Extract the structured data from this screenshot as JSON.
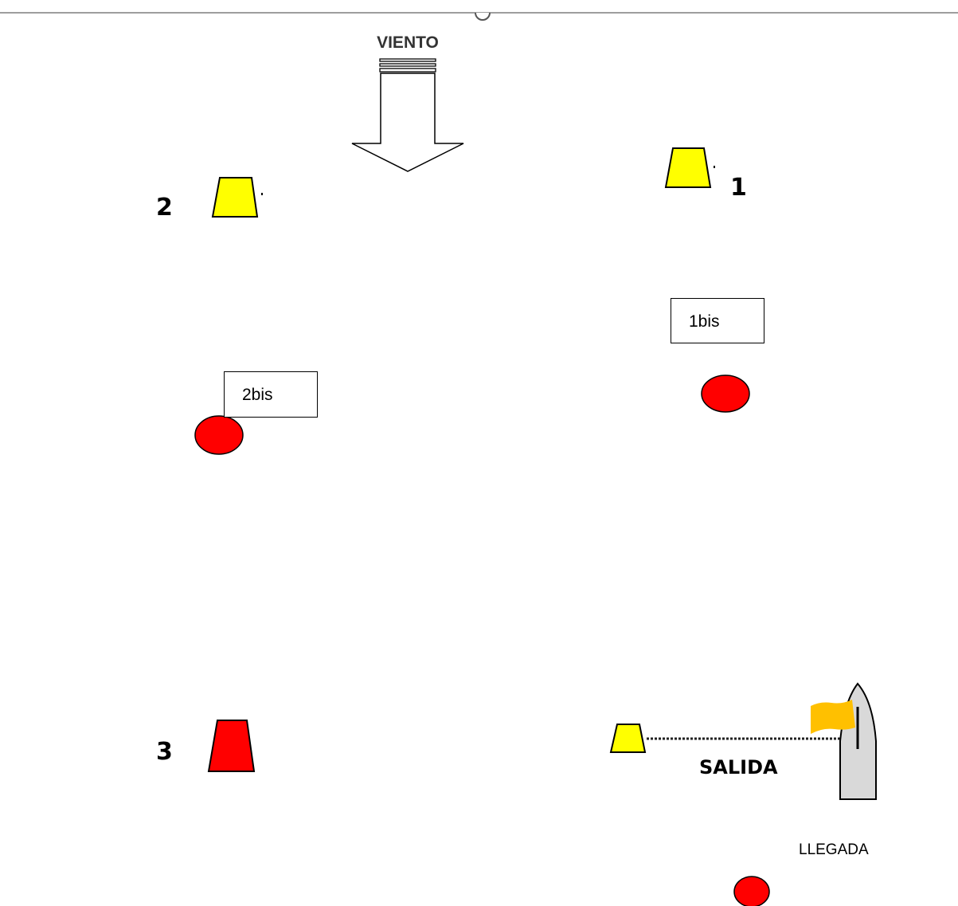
{
  "wind": {
    "label": "VIENTO"
  },
  "marks": {
    "mark_1": {
      "number": "1",
      "color": "#ffff00"
    },
    "mark_2": {
      "number": "2",
      "color": "#ffff00"
    },
    "mark_3": {
      "number": "3",
      "color": "#ff0000"
    },
    "mark_1bis": {
      "label": "1bis",
      "color": "#ff0000"
    },
    "mark_2bis": {
      "label": "2bis",
      "color": "#ff0000"
    }
  },
  "start_line": {
    "label": "SALIDA",
    "buoy_color": "#ffff00",
    "flag_color": "#ffc000",
    "boat_color": "#d9d9d9"
  },
  "finish": {
    "label": "LLEGADA",
    "buoy_color": "#ff0000"
  }
}
